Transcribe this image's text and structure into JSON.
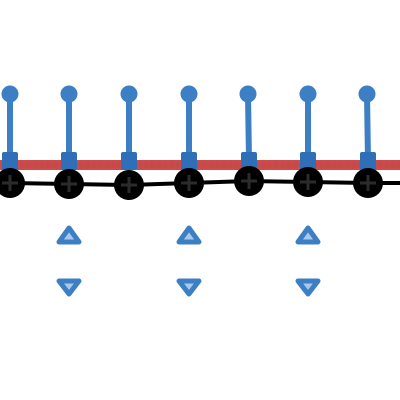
{
  "scene": {
    "background_color": "#ffffff",
    "chain": {
      "node_count": 7,
      "link_color": "#000000",
      "node_color": "#000000",
      "node_mark_color": "#2b2b2b"
    },
    "rail": {
      "color": "#cc4c4c",
      "bead_color": "#c94848"
    },
    "pendulums": {
      "count": 7,
      "rod_color": "#3d7fc4",
      "bob_color": "#3d7fc4",
      "cart_color": "#2f6fb8"
    },
    "controls": {
      "count": 3,
      "up_arrow_icon": "triangle-up-icon",
      "down_arrow_icon": "triangle-down-icon",
      "stroke_color": "#3d7fc4",
      "fill_color": "#a9c8ea"
    }
  }
}
